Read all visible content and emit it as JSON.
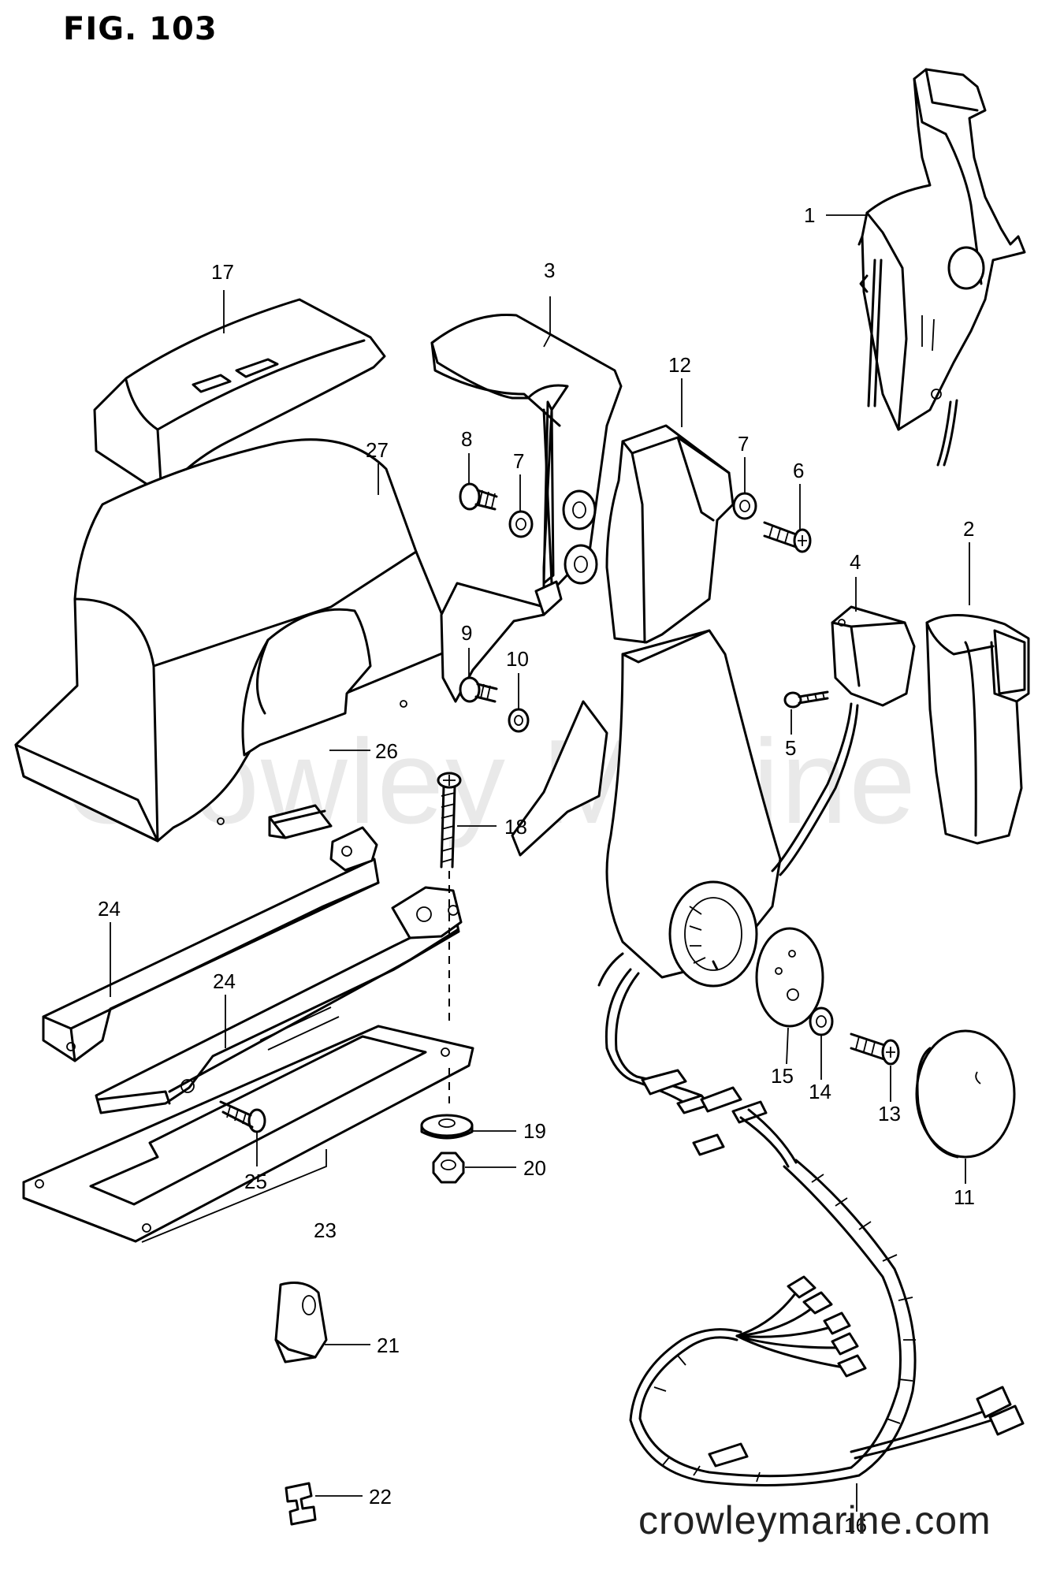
{
  "figure_title": "FIG. 103",
  "watermark": "Crowley Marine",
  "site_url": "crowleymarine.com",
  "parts": [
    {
      "id": "1"
    },
    {
      "id": "2"
    },
    {
      "id": "3"
    },
    {
      "id": "4"
    },
    {
      "id": "5"
    },
    {
      "id": "6"
    },
    {
      "id": "7"
    },
    {
      "id": "7"
    },
    {
      "id": "8"
    },
    {
      "id": "9"
    },
    {
      "id": "10"
    },
    {
      "id": "11"
    },
    {
      "id": "12"
    },
    {
      "id": "13"
    },
    {
      "id": "14"
    },
    {
      "id": "15"
    },
    {
      "id": "16"
    },
    {
      "id": "17"
    },
    {
      "id": "18"
    },
    {
      "id": "19"
    },
    {
      "id": "20"
    },
    {
      "id": "21"
    },
    {
      "id": "22"
    },
    {
      "id": "23"
    },
    {
      "id": "24"
    },
    {
      "id": "24"
    },
    {
      "id": "25"
    },
    {
      "id": "26"
    },
    {
      "id": "27"
    }
  ]
}
